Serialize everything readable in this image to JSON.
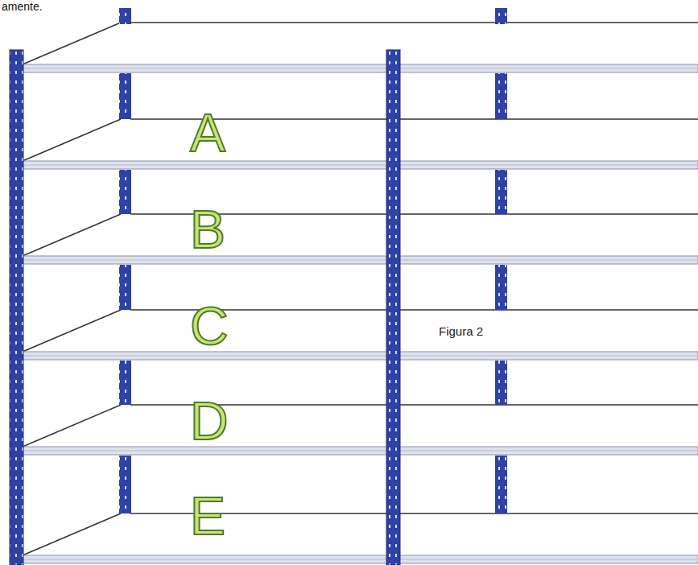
{
  "diagram": {
    "labels": [
      "amente.",
      "A",
      "B",
      "C",
      "D",
      "E",
      "Figura 2"
    ]
  }
}
